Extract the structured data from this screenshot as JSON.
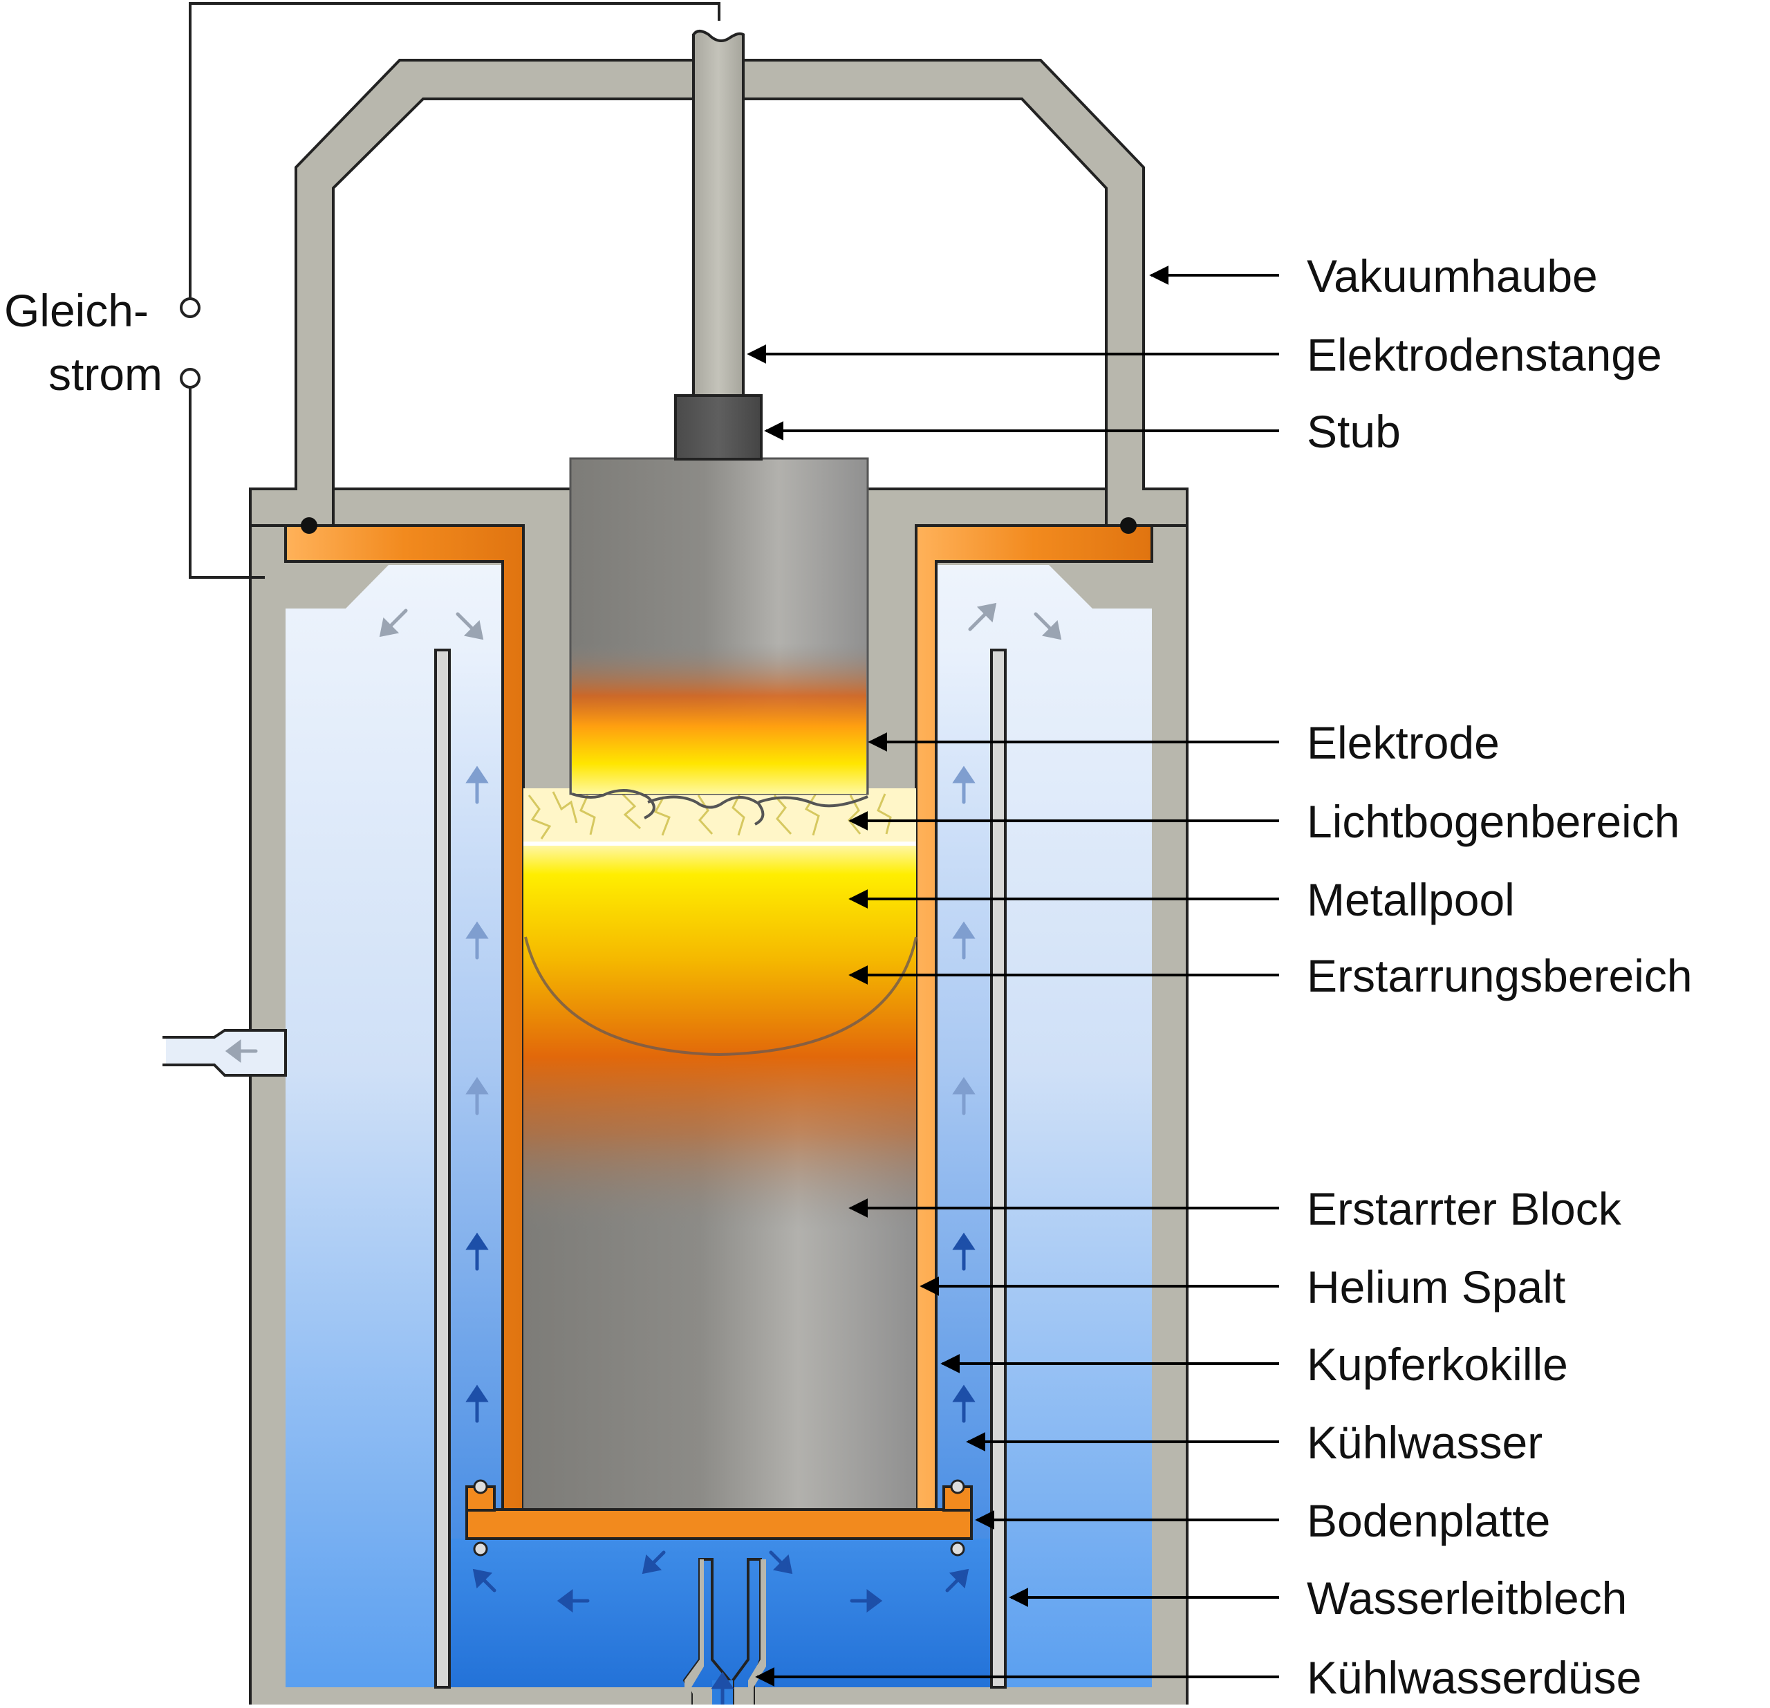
{
  "diagram": {
    "power_label_line1": "Gleich-",
    "power_label_line2": "strom",
    "labels": [
      {
        "id": "vakuumhaube",
        "text": "Vakuumhaube"
      },
      {
        "id": "elektrodenstange",
        "text": "Elektrodenstange"
      },
      {
        "id": "stub",
        "text": "Stub"
      },
      {
        "id": "elektrode",
        "text": "Elektrode"
      },
      {
        "id": "lichtbogenbereich",
        "text": "Lichtbogenbereich"
      },
      {
        "id": "metallpool",
        "text": "Metallpool"
      },
      {
        "id": "erstarrungsbereich",
        "text": "Erstarrungsbereich"
      },
      {
        "id": "erstarrter-block",
        "text": "Erstarrter Block"
      },
      {
        "id": "helium-spalt",
        "text": "Helium Spalt"
      },
      {
        "id": "kupferkokille",
        "text": "Kupferkokille"
      },
      {
        "id": "kuehlwasser",
        "text": "Kühlwasser"
      },
      {
        "id": "bodenplatte",
        "text": "Bodenplatte"
      },
      {
        "id": "wasserleitblech",
        "text": "Wasserleitblech"
      },
      {
        "id": "kuehlwasserduese",
        "text": "Kühlwasserdüse"
      }
    ],
    "colors": {
      "housing": "#b8b7ad",
      "housing_stroke": "#222222",
      "copper": "#f28a1e",
      "water_light": "#e8f0fb",
      "water_deep": "#2d7fe0",
      "electrode": "#8a8a88",
      "molten": "#ffe600"
    }
  }
}
